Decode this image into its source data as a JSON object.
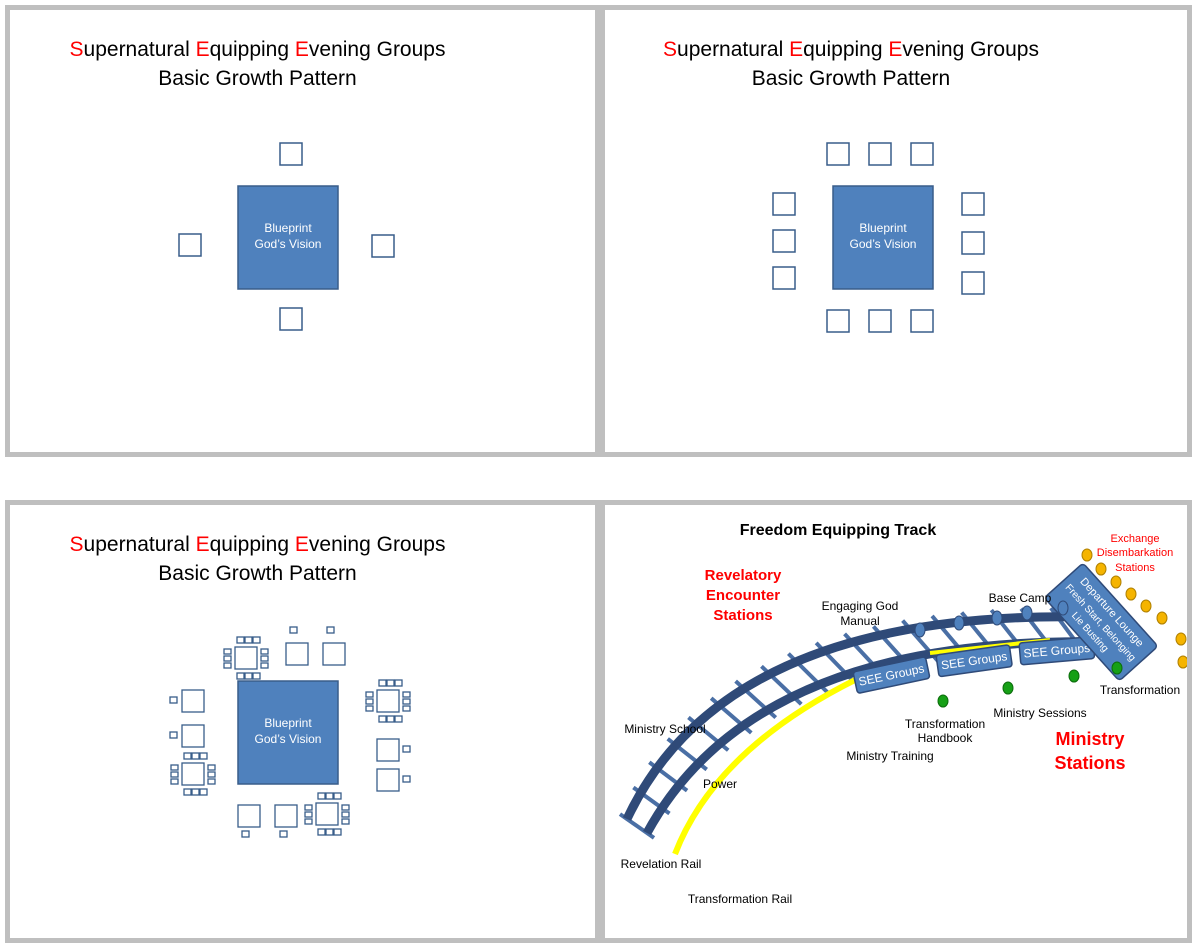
{
  "title_line1": {
    "caps": [
      "S",
      "E",
      "E"
    ],
    "parts": [
      "upernatural ",
      "quipping ",
      "vening Groups"
    ]
  },
  "title_line2": "Basic Growth Pattern",
  "center_box": {
    "line1": "Blueprint",
    "line2": "God’s Vision"
  },
  "track": {
    "title": "Freedom Equipping Track",
    "revelatory": [
      "Revelatory",
      "Encounter",
      "Stations"
    ],
    "ministry": [
      "Ministry",
      "Stations"
    ],
    "exchange": [
      "Exchange",
      "Disembarkation",
      "Stations"
    ],
    "engaging": [
      "Engaging God",
      "Manual"
    ],
    "base_camp": "Base Camp",
    "departure": [
      "Departure Lounge",
      "Fresh Start, Belonging",
      "Lie Busting"
    ],
    "see_groups": [
      "SEE Groups",
      "SEE Groups",
      "SEE Groups"
    ],
    "transformation": "Transformation",
    "ministry_sessions": "Ministry Sessions",
    "handbook": [
      "Transformation",
      "Handbook"
    ],
    "ministry_school": "Ministry School",
    "ministry_training": "Ministry Training",
    "power": "Power",
    "revelation_rail": "Revelation Rail",
    "transformation_rail": "Transformation Rail"
  },
  "colors": {
    "box_fill": "#4f81bd",
    "box_stroke": "#385d8a",
    "rail": "#2f4a78",
    "highlight": "#ffff00",
    "accent_red": "#ff0000",
    "dot_gold": "#f5b400",
    "dot_green": "#16a016",
    "border": "#bfbfbf"
  }
}
